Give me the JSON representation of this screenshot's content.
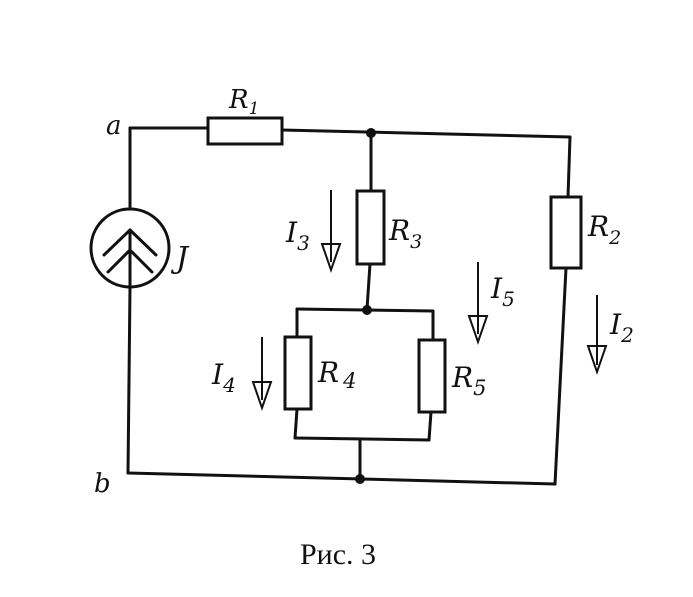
{
  "diagram": {
    "nodes": {
      "a": "a",
      "b": "b"
    },
    "source": {
      "label": "J"
    },
    "resistors": {
      "r1": {
        "main": "R",
        "sub": "1"
      },
      "r2": {
        "main": "R",
        "sub": "2"
      },
      "r3": {
        "main": "R",
        "sub": "3"
      },
      "r4": {
        "main": "R",
        "sub": "4"
      },
      "r5": {
        "main": "R",
        "sub": "5"
      }
    },
    "currents": {
      "i2": {
        "main": "I",
        "sub": "2"
      },
      "i3": {
        "main": "I",
        "sub": "3"
      },
      "i4": {
        "main": "I",
        "sub": "4"
      },
      "i5": {
        "main": "I",
        "sub": "5"
      }
    },
    "caption": "Рис. 3"
  }
}
